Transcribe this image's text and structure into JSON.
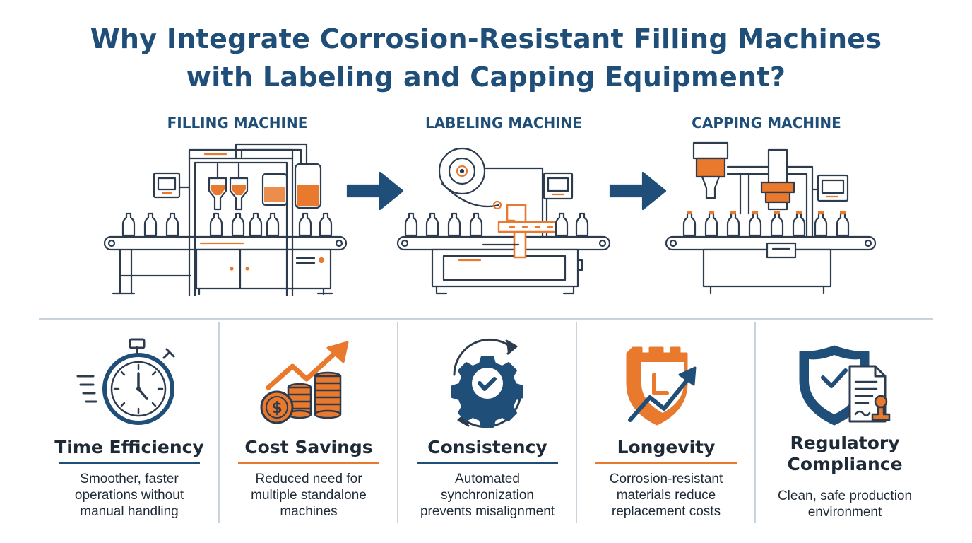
{
  "title": {
    "line1": "Why Integrate Corrosion-Resistant Filling Machines",
    "line2": "with Labeling and Capping Equipment?"
  },
  "machines": [
    {
      "label": "FILLING MACHINE"
    },
    {
      "label": "LABELING MACHINE"
    },
    {
      "label": "CAPPING MACHINE"
    }
  ],
  "benefits": [
    {
      "title": "Time Efficiency",
      "icon": "stopwatch-icon",
      "accent": "#1f4e79",
      "desc": [
        "Smoother, faster",
        "operations without",
        "manual handling"
      ]
    },
    {
      "title": "Cost Savings",
      "icon": "coins-growth-icon",
      "accent": "#e8792d",
      "desc": [
        "Reduced need for",
        "multiple standalone",
        "machines"
      ]
    },
    {
      "title": "Consistency",
      "icon": "gear-check-icon",
      "accent": "#1f4e79",
      "desc": [
        "Automated",
        "synchronization",
        "prevents misalignment"
      ]
    },
    {
      "title": "Longevity",
      "icon": "shield-growth-icon",
      "accent": "#e8792d",
      "desc": [
        "Corrosion-resistant",
        "materials reduce",
        "replacement costs"
      ]
    },
    {
      "title_lines": [
        "Regulatory",
        "Compliance"
      ],
      "icon": "shield-document-icon",
      "accent": "#1f4e79",
      "desc": [
        "Clean, safe production",
        "environment"
      ]
    }
  ],
  "colors": {
    "navy": "#1f4e79",
    "orange": "#e8792d",
    "line": "#2d3b4e"
  }
}
